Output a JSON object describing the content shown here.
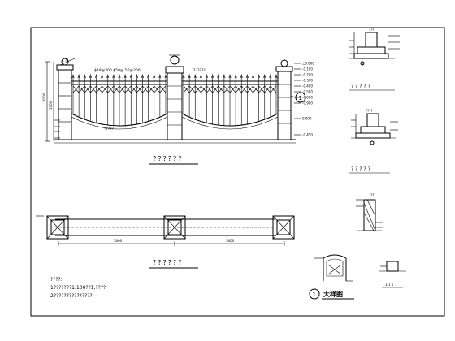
{
  "elevation": {
    "title": "??????",
    "note_top": "ϕ18@200 ϕ50@ 50@200",
    "note_center": "1?????",
    "note_mid": "?????",
    "dim_left_height": "2000",
    "dim_left_lower": "1000",
    "leader_left": "??",
    "levels_right": [
      "±0.000",
      "-0.100",
      "-0.200",
      "-0.300",
      "-0.400",
      "-0.500",
      "-0.600",
      "-0.900"
    ],
    "levels_right_lower": [
      "0.000",
      "-0.450"
    ],
    "callout": "1"
  },
  "plan": {
    "title": "??????",
    "dim_left": "3600",
    "dim_right": "3600"
  },
  "notes": {
    "heading": "????:",
    "line1": "1???????1:100??1,????",
    "line2": "2???????????????"
  },
  "detail_a": {
    "title": "?????",
    "top_label": "???"
  },
  "detail_b": {
    "title": "?????",
    "top_label": "????"
  },
  "detail_c": {
    "top_label": "???"
  },
  "large_detail": {
    "number": "1",
    "title": "大样图"
  },
  "small_section": {
    "label": "1:1 1"
  }
}
